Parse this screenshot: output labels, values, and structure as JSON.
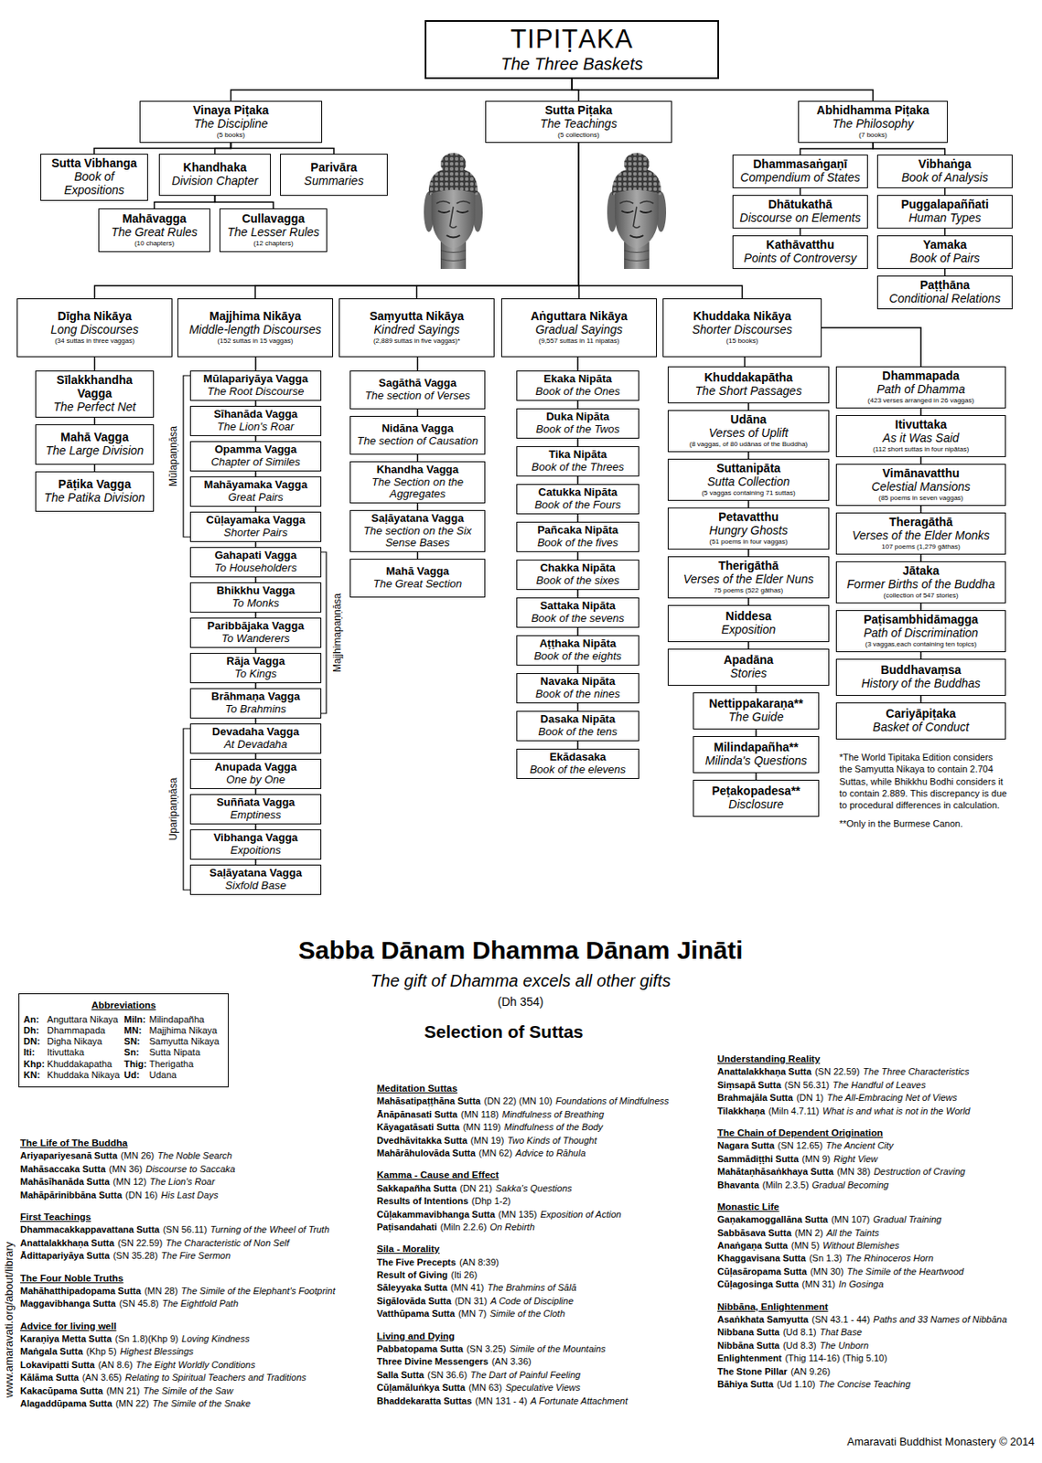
{
  "diagram": {
    "nodes": [
      {
        "text": [
          "TIPIṬAKA",
          "The Three Baskets"
        ]
      },
      {
        "text": [
          "Vinaya Piṭaka",
          "The Discipline",
          "(5 books)"
        ]
      },
      {
        "text": [
          "Sutta Piṭaka",
          "The Teachings",
          "(5 collections)"
        ]
      },
      {
        "text": [
          "Abhidhamma Piṭaka",
          "The Philosophy",
          "(7 books)"
        ]
      },
      {
        "text": [
          "Sutta Vibhanga",
          "Book of Expositions"
        ]
      },
      {
        "text": [
          "Khandhaka",
          "Division Chapter"
        ]
      },
      {
        "text": [
          "Parivāra",
          "Summaries"
        ]
      },
      {
        "text": [
          "Mahāvagga",
          "The Great Rules",
          "(10 chapters)"
        ]
      },
      {
        "text": [
          "Cullavagga",
          "The Lesser Rules",
          "(12 chapters)"
        ]
      },
      {
        "text": [
          "Dhammasaṅgaṇī",
          "Compendium of States"
        ]
      },
      {
        "text": [
          "Vibhaṅga",
          "Book of Analysis"
        ]
      },
      {
        "text": [
          "Dhātukathā",
          "Discourse on Elements"
        ]
      },
      {
        "text": [
          "Puggalapaññati",
          "Human Types"
        ]
      },
      {
        "text": [
          "Kathāvatthu",
          "Points of Controversy"
        ]
      },
      {
        "text": [
          "Yamaka",
          "Book of Pairs"
        ]
      },
      {
        "text": [
          "Paṭṭhāna",
          "Conditional Relations"
        ]
      },
      {
        "text": [
          "Dīgha Nikāya",
          "Long Discourses",
          "(34 suttas in three vaggas)"
        ]
      },
      {
        "text": [
          "Majjhima Nikāya",
          "Middle-length Discourses",
          "(152 suttas in 15 vaggas)"
        ]
      },
      {
        "text": [
          "Saṃyutta Nikāya",
          "Kindred Sayings",
          "(2,889 suttas in five vaggas)*"
        ]
      },
      {
        "text": [
          "Aṅguttara Nikāya",
          "Gradual Sayings",
          "(9,557 suttas in 11 nipatas)"
        ]
      },
      {
        "text": [
          "Khuddaka Nikāya",
          "Shorter Discourses",
          "(15 books)"
        ]
      },
      {
        "text": [
          "Sīlakkhandha Vagga",
          "The Perfect Net"
        ]
      },
      {
        "text": [
          "Mahā Vagga",
          "The Large Division"
        ]
      },
      {
        "text": [
          "Pāṭika Vagga",
          "The Patika Division"
        ]
      },
      {
        "text": [
          "Mūlapariyāya Vagga",
          "The Root Discourse"
        ]
      },
      {
        "text": [
          "Sīhanāda Vagga",
          "The Lion's Roar"
        ]
      },
      {
        "text": [
          "Opamma Vagga",
          "Chapter of Similes"
        ]
      },
      {
        "text": [
          "Mahāyamaka Vagga",
          "Great Pairs"
        ]
      },
      {
        "text": [
          "Cūḷayamaka Vagga",
          "Shorter Pairs"
        ]
      },
      {
        "text": [
          "Gahapati Vagga",
          "To Householders"
        ]
      },
      {
        "text": [
          "Bhikkhu Vagga",
          "To Monks"
        ]
      },
      {
        "text": [
          "Paribbājaka Vagga",
          "To Wanderers"
        ]
      },
      {
        "text": [
          "Rāja Vagga",
          "To Kings"
        ]
      },
      {
        "text": [
          "Brāhmaṇa Vagga",
          "To Brahmins"
        ]
      },
      {
        "text": [
          "Devadaha Vagga",
          "At Devadaha"
        ]
      },
      {
        "text": [
          "Anupada Vagga",
          "One by One"
        ]
      },
      {
        "text": [
          "Suññata Vagga",
          "Emptiness"
        ]
      },
      {
        "text": [
          "Vibhanga Vagga",
          "Expoitions"
        ]
      },
      {
        "text": [
          "Saḷāyatana Vagga",
          "Sixfold Base"
        ]
      },
      {
        "text": [
          "Sagāthā Vagga",
          "The section of Verses"
        ]
      },
      {
        "text": [
          "Nidāna Vagga",
          "The section of Causation"
        ]
      },
      {
        "text": [
          "Khandha Vagga",
          "The Section on the Aggregates"
        ]
      },
      {
        "text": [
          "Saḷāyatana Vagga",
          "The section on the Six Sense Bases"
        ]
      },
      {
        "text": [
          "Mahā Vagga",
          "The Great Section"
        ]
      },
      {
        "text": [
          "Ekaka Nipāta",
          "Book of the Ones"
        ]
      },
      {
        "text": [
          "Duka Nipāta",
          "Book of the Twos"
        ]
      },
      {
        "text": [
          "Tika Nipāta",
          "Book of the Threes"
        ]
      },
      {
        "text": [
          "Catukka Nipāta",
          "Book of the Fours"
        ]
      },
      {
        "text": [
          "Pañcaka Nipāta",
          "Book of the fives"
        ]
      },
      {
        "text": [
          "Chakka Nipāta",
          "Book of the sixes"
        ]
      },
      {
        "text": [
          "Sattaka Nipāta",
          "Book of the sevens"
        ]
      },
      {
        "text": [
          "Aṭṭhaka Nipāta",
          "Book of the eights"
        ]
      },
      {
        "text": [
          "Navaka Nipāta",
          "Book of the nines"
        ]
      },
      {
        "text": [
          "Dasaka Nipāta",
          "Book of the tens"
        ]
      },
      {
        "text": [
          "Ekādasaka",
          "Book of the elevens"
        ]
      },
      {
        "text": [
          "Khuddakapātha",
          "The Short Passages"
        ]
      },
      {
        "text": [
          "Udāna",
          "Verses of Uplift",
          "(8 vaggas, of 80 udānas of the Buddha)"
        ]
      },
      {
        "text": [
          "Suttanipāta",
          "Sutta Collection",
          "(5 vaggas containing 71 suttas)"
        ]
      },
      {
        "text": [
          "Petavatthu",
          "Hungry Ghosts",
          "(51 poems in four vaggas)"
        ]
      },
      {
        "text": [
          "Therigāthā",
          "Verses of the Elder Nuns",
          "75 poems (522 gāthas)"
        ]
      },
      {
        "text": [
          "Niddesa",
          "Exposition"
        ]
      },
      {
        "text": [
          "Apadāna",
          "Stories"
        ]
      },
      {
        "text": [
          "Nettippakaraṇa**",
          "The Guide"
        ]
      },
      {
        "text": [
          "Milindapañha**",
          "Milinda's Questions"
        ]
      },
      {
        "text": [
          "Peṭakopadesa**",
          "Disclosure"
        ]
      },
      {
        "text": [
          "Dhammapada",
          "Path of Dhamma",
          "(423 verses arranged in 26 vaggas)"
        ]
      },
      {
        "text": [
          "Itivuttaka",
          "As it Was Said",
          "(112 short suttas in four nipātas)"
        ]
      },
      {
        "text": [
          "Vimānavatthu",
          "Celestial Mansions",
          "(85 poems in seven vaggas)"
        ]
      },
      {
        "text": [
          "Theragāthā",
          "Verses of the Elder Monks",
          "107 poems (1,279 gāthas)"
        ]
      },
      {
        "text": [
          "Jātaka",
          "Former Births of the Buddha",
          "(collection of 547 stories)"
        ]
      },
      {
        "text": [
          "Paṭisambhidāmagga",
          "Path of Discrimination",
          "(3 vaggas,each containing ten topics)"
        ]
      },
      {
        "text": [
          "Buddhavaṃsa",
          "History of the Buddhas"
        ]
      },
      {
        "text": [
          "Cariyāpiṭaka",
          "Basket of Conduct"
        ]
      },
      {
        "text": [
          "Abbreviations",
          "An:",
          "Anguttara Nikaya",
          "Miln:",
          "Milindapañha",
          "Dh:",
          "Dhammapada",
          "MN:",
          "Majjhima Nikaya",
          "DN:",
          "Digha Nikaya",
          "SN:",
          "Samyutta Nikaya",
          "Iti:",
          "Itivuttaka",
          "Sn:",
          "Sutta Nipata",
          "Khp:",
          "Khuddakapatha",
          "Thig:",
          "Therigatha",
          "KN:",
          "Khuddaka Nikaya",
          "Ud:",
          "Udana"
        ]
      }
    ],
    "edges": [
      {
        "from": 0,
        "to": 1,
        "arrow": "none"
      },
      {
        "from": 0,
        "to": 2,
        "arrow": "none"
      },
      {
        "from": 0,
        "to": 3,
        "arrow": "none"
      },
      {
        "from": 1,
        "to": 4,
        "arrow": "none"
      },
      {
        "from": 1,
        "to": 5,
        "arrow": "none"
      },
      {
        "from": 1,
        "to": 6,
        "arrow": "none"
      },
      {
        "from": 5,
        "to": 7,
        "arrow": "none"
      },
      {
        "from": 5,
        "to": 8,
        "arrow": "none"
      },
      {
        "from": 3,
        "to": 9,
        "arrow": "none"
      },
      {
        "from": 3,
        "to": 10,
        "arrow": "none"
      },
      {
        "from": 9,
        "to": 11,
        "arrow": "none"
      },
      {
        "from": 11,
        "to": 13,
        "arrow": "none"
      },
      {
        "from": 10,
        "to": 12,
        "arrow": "none"
      },
      {
        "from": 12,
        "to": 14,
        "arrow": "none"
      },
      {
        "from": 14,
        "to": 15,
        "arrow": "none"
      },
      {
        "from": 2,
        "to": 16,
        "arrow": "none"
      },
      {
        "from": 2,
        "to": 17,
        "arrow": "none"
      },
      {
        "from": 2,
        "to": 18,
        "arrow": "none"
      },
      {
        "from": 2,
        "to": 19,
        "arrow": "none"
      },
      {
        "from": 2,
        "to": 20,
        "arrow": "none"
      },
      {
        "from": 16,
        "to": 21,
        "arrow": "none"
      },
      {
        "from": 21,
        "to": 22,
        "arrow": "none"
      },
      {
        "from": 22,
        "to": 23,
        "arrow": "none"
      },
      {
        "from": 17,
        "to": 24,
        "arrow": "none"
      },
      {
        "from": 24,
        "to": 25,
        "arrow": "none"
      },
      {
        "from": 25,
        "to": 26,
        "arrow": "none"
      },
      {
        "from": 26,
        "to": 27,
        "arrow": "none"
      },
      {
        "from": 27,
        "to": 28,
        "arrow": "none"
      },
      {
        "from": 28,
        "to": 29,
        "arrow": "none"
      },
      {
        "from": 29,
        "to": 30,
        "arrow": "none"
      },
      {
        "from": 30,
        "to": 31,
        "arrow": "none"
      },
      {
        "from": 31,
        "to": 32,
        "arrow": "none"
      },
      {
        "from": 32,
        "to": 33,
        "arrow": "none"
      },
      {
        "from": 33,
        "to": 34,
        "arrow": "none"
      },
      {
        "from": 34,
        "to": 35,
        "arrow": "none"
      },
      {
        "from": 35,
        "to": 36,
        "arrow": "none"
      },
      {
        "from": 36,
        "to": 37,
        "arrow": "none"
      },
      {
        "from": 37,
        "to": 38,
        "arrow": "none"
      },
      {
        "from": 18,
        "to": 39,
        "arrow": "none"
      },
      {
        "from": 39,
        "to": 40,
        "arrow": "none"
      },
      {
        "from": 40,
        "to": 41,
        "arrow": "none"
      },
      {
        "from": 41,
        "to": 42,
        "arrow": "none"
      },
      {
        "from": 42,
        "to": 43,
        "arrow": "none"
      },
      {
        "from": 19,
        "to": 44,
        "arrow": "none"
      },
      {
        "from": 44,
        "to": 45,
        "arrow": "none"
      },
      {
        "from": 45,
        "to": 46,
        "arrow": "none"
      },
      {
        "from": 46,
        "to": 47,
        "arrow": "none"
      },
      {
        "from": 47,
        "to": 48,
        "arrow": "none"
      },
      {
        "from": 48,
        "to": 49,
        "arrow": "none"
      },
      {
        "from": 49,
        "to": 50,
        "arrow": "none"
      },
      {
        "from": 50,
        "to": 51,
        "arrow": "none"
      },
      {
        "from": 51,
        "to": 52,
        "arrow": "none"
      },
      {
        "from": 52,
        "to": 53,
        "arrow": "none"
      },
      {
        "from": 53,
        "to": 54,
        "arrow": "none"
      },
      {
        "from": 20,
        "to": 55,
        "arrow": "none"
      },
      {
        "from": 55,
        "to": 56,
        "arrow": "none"
      },
      {
        "from": 56,
        "to": 57,
        "arrow": "none"
      },
      {
        "from": 57,
        "to": 58,
        "arrow": "none"
      },
      {
        "from": 58,
        "to": 59,
        "arrow": "none"
      },
      {
        "from": 59,
        "to": 60,
        "arrow": "none"
      },
      {
        "from": 60,
        "to": 61,
        "arrow": "none"
      },
      {
        "from": 61,
        "to": 62,
        "arrow": "none"
      },
      {
        "from": 62,
        "to": 63,
        "arrow": "none"
      },
      {
        "from": 63,
        "to": 64,
        "arrow": "none"
      },
      {
        "from": 20,
        "to": 65,
        "arrow": "none"
      },
      {
        "from": 65,
        "to": 66,
        "arrow": "none"
      },
      {
        "from": 66,
        "to": 67,
        "arrow": "none"
      },
      {
        "from": 67,
        "to": 68,
        "arrow": "none"
      },
      {
        "from": 68,
        "to": 69,
        "arrow": "none"
      },
      {
        "from": 69,
        "to": 70,
        "arrow": "none"
      },
      {
        "from": 70,
        "to": 71,
        "arrow": "none"
      },
      {
        "from": 71,
        "to": 72,
        "arrow": "none"
      }
    ],
    "labels": [
      "Mūlapaṇṇāsa",
      "Majjhimapaṇṇāsa",
      "Uparipaṇṇāsa",
      "*The World Tipitaka Edition considers the Samyutta Nikaya to contain 2.704 Suttas, while Bhikkhu Bodhi considers it to contain 2.889. This discrepancy is due to procedural differences in calculation.",
      "**Only in the Burmese Canon.",
      "Sabba Dānam Dhamma Dānam Jināti",
      "The gift of Dhamma excels all other gifts",
      "(Dh 354)",
      "Selection of Suttas",
      "The Life of The Buddha",
      "Ariyapariyesanā Sutta",
      "(MN 26)",
      "The Noble Search",
      "Mahāsaccaka Sutta",
      "(MN 36)",
      "Discourse to Saccaka",
      "Mahāsīhanāda Sutta",
      "(MN 12)",
      "The Lion's Roar",
      "Mahāpārinibbāna Sutta",
      "(DN 16)",
      "His Last Days",
      "First Teachings",
      "Dhammacakkappavattana Sutta",
      "(SN 56.11)",
      "Turning of the Wheel of Truth",
      "Anattalakkhaṇa Sutta",
      "(SN 22.59)",
      "The Characteristic of Non Self",
      "Ādittapariyāya Sutta",
      "(SN 35.28)",
      "The Fire Sermon",
      "The Four Noble Truths",
      "Mahāhatthipadopama Sutta",
      "(MN 28)",
      "The Simile of the Elephant's Footprint",
      "Maggavibhanga Sutta",
      "(SN 45.8)",
      "The Eightfold Path",
      "Advice for living well",
      "Karaṇiya Metta Sutta",
      "(Sn 1.8)(Khp 9)",
      "Loving Kindness",
      "Maṅgala Sutta",
      "(Khp 5)",
      "Highest Blessings",
      "Lokavipatti Sutta",
      "(AN 8.6)",
      "The Eight Worldly Conditions",
      "Kālāma Sutta",
      "(AN 3.65)",
      "Relating to Spiritual Teachers and Traditions",
      "Kakacūpama Sutta",
      "(MN 21)",
      "The Simile of the Saw",
      "Alagaddūpama Sutta",
      "(MN 22)",
      "The Simile of the Snake",
      "Meditation Suttas",
      "Mahāsatipaṭṭhāna Sutta",
      "(DN 22) (MN 10)",
      "Foundations of Mindfulness",
      "Ānāpānasati Sutta",
      "(MN 118)",
      "Mindfulness of Breathing",
      "Kāyagatāsati Sutta",
      "(MN 119)",
      "Mindfulness of the Body",
      "Dvedhāvitakka Sutta",
      "(MN 19)",
      "Two Kinds of Thought",
      "Mahārāhulovāda Sutta",
      "(MN 62)",
      "Advice to Rāhula",
      "Kamma - Cause and Effect",
      "Sakkapañha Sutta",
      "(DN 21)",
      "Sakka's Questions",
      "Results of Intentions",
      "(Dhp 1-2)",
      "Cūḷakammavibhanga Sutta",
      "(MN 135)",
      "Exposition of Action",
      "Paṭisandahati",
      "(Miln 2.2.6)",
      "On Rebirth",
      "Sila - Morality",
      "The Five Precepts",
      "(AN 8:39)",
      "Result of Giving",
      "(Iti 26)",
      "Sāleyyaka Sutta",
      "(MN 41)",
      "The Brahmins of Sālā",
      "Sigālovāda Sutta",
      "(DN 31)",
      "A Code of Discipline",
      "Vatthūpama Sutta",
      "(MN 7)",
      "Simile of the Cloth",
      "Living and Dying",
      "Pabbatopama Sutta",
      "(SN 3.25)",
      "Simile of the Mountains",
      "Three Divine Messengers",
      "(AN 3.36)",
      "Salla Sutta",
      "(SN 36.6)",
      "The Dart of Painful Feeling",
      "Cūḷamāluṅkya Sutta",
      "(MN 63)",
      "Speculative Views",
      "Bhaddekaratta Suttas",
      "(MN 131 - 4)",
      "A Fortunate Attachment",
      "Understanding Reality",
      "Anattalakkhaṇa Sutta",
      "(SN 22.59)",
      "The Three Characteristics",
      "Siṃsapā Sutta",
      "(SN 56.31)",
      "The Handful of Leaves",
      "Brahmajāla Sutta",
      "(DN 1)",
      "The All-Embracing Net of Views",
      "Tilakkhaṇa",
      "(Miln 4.7.11)",
      "What is and what is not in the World",
      "The Chain of Dependent Origination",
      "Nagara Sutta",
      "(SN 12.65)",
      "The Ancient City",
      "Sammādiṭṭhi Sutta",
      "(MN 9)",
      "Right View",
      "Mahātaṇhāsaṅkhaya Sutta",
      "(MN 38)",
      "Destruction of Craving",
      "Bhavanta",
      "(Miln 2.3.5)",
      "Gradual Becoming",
      "Monastic Life",
      "Gaṇakamoggallāna Sutta",
      "(MN 107)",
      "Gradual Training",
      "Sabbāsava Sutta",
      "(MN 2)",
      "All the Taints",
      "Anaṅgaṇa Sutta",
      "(MN 5)",
      "Without Blemishes",
      "Khaggavisana Sutta",
      "(Sn 1.3)",
      "The Rhinoceros Horn",
      "Cūḷasāropama Sutta",
      "(MN 30)",
      "The Simile of the Heartwood",
      "Cūḷagosinga Sutta",
      "(MN 31)",
      "In Gosinga",
      "Nibbāna, Enlightenment",
      "Asaṅkhata Samyutta",
      "(SN 43.1 - 44)",
      "Paths and 33 Names of Nibbāna",
      "Nibbana Sutta",
      "(Ud 8.1)",
      "That Base",
      "Nibbāna Sutta",
      "(Ud 8.3)",
      "The Unborn",
      "Enlightenment",
      "(Thig 114-16) (Thig 5.10)",
      "The Stone Pillar",
      "(AN 9.26)",
      "Bāhiya Sutta",
      "(Ud 1.10)",
      "The Concise Teaching",
      "www.amaravati.org/about/library",
      "Amaravati Buddhist Monastery © 2014"
    ]
  }
}
